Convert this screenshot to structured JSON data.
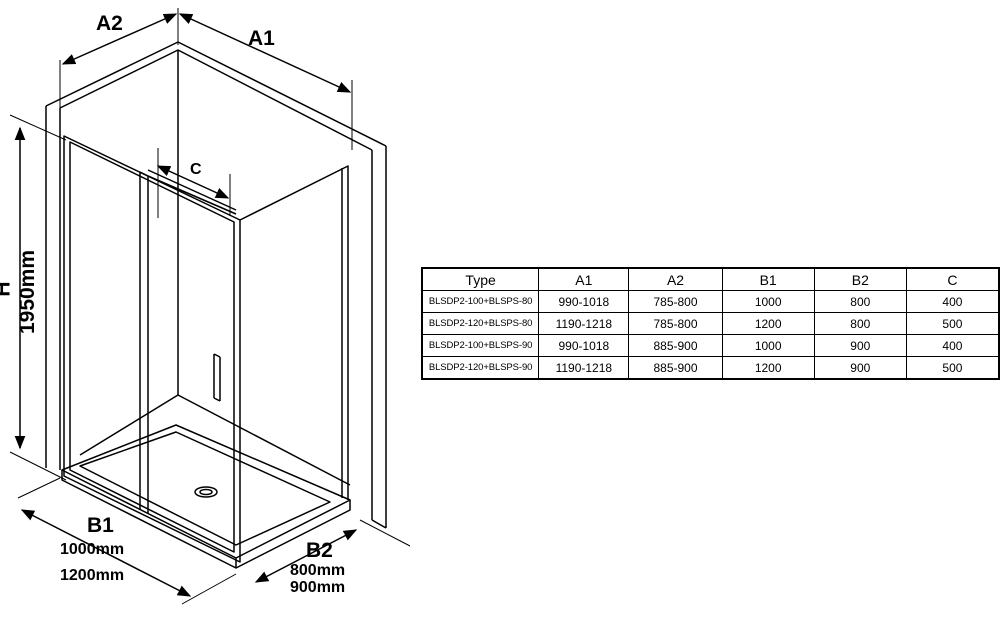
{
  "dimensions": {
    "a2": "A2",
    "a1": "A1",
    "c": "C",
    "h": "H",
    "height_value": "1950mm",
    "b1": "B1",
    "b1_values": [
      "1000mm",
      "1200mm"
    ],
    "b2": "B2",
    "b2_values": [
      "800mm",
      "900mm"
    ]
  },
  "spec_table": {
    "headers": [
      "Type",
      "A1",
      "A2",
      "B1",
      "B2",
      "C"
    ],
    "rows": [
      [
        "BLSDP2-100+BLSPS-80",
        "990-1018",
        "785-800",
        "1000",
        "800",
        "400"
      ],
      [
        "BLSDP2-120+BLSPS-80",
        "1190-1218",
        "785-800",
        "1200",
        "800",
        "500"
      ],
      [
        "BLSDP2-100+BLSPS-90",
        "990-1018",
        "885-900",
        "1000",
        "900",
        "400"
      ],
      [
        "BLSDP2-120+BLSPS-90",
        "1190-1218",
        "885-900",
        "1200",
        "900",
        "500"
      ]
    ]
  }
}
